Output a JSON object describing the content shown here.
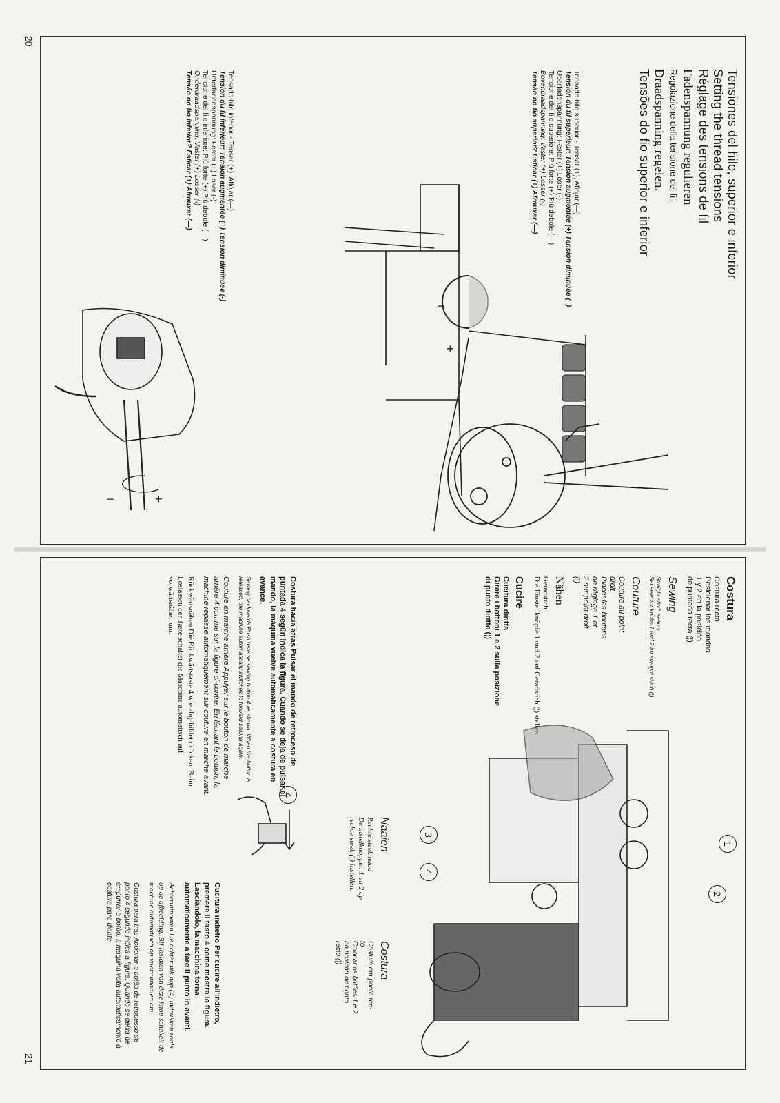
{
  "page_numbers": {
    "left": "20",
    "right": "21"
  },
  "left_page": {
    "titles": [
      "Tensiones del hilo, superior e inferior",
      "Setting the thread tensions",
      "Réglage des tensions de fil",
      "Fadenspannung regulieren",
      "Regolazione della tensione dei fili",
      "Draadspanning regelen.",
      "Tensões do fio superior e inferior"
    ],
    "upper_tension": [
      "Tensado hilo superior - Tensar (+), Aflojar (—)",
      "Tension du fil supérieur: Tension augmentée (+) Tension diminuée (–)",
      "Oberfadenspannung: Fester (+) Loser (-)",
      "Tensione del filo superiore: Più forte (+) Più debole (—)",
      "Bovendraadspanning: Vaster (+) Losser (-)",
      "Tensão do fio superior? Esticar (+) Afrouxar (—)"
    ],
    "lower_tension": [
      "Tensado hilo inferior - Tensar (+), Aflojar (—)",
      "Tension du fil inférieur: Tension augmentée (+) Tension diminuée (-)",
      "Unterfadenspannung: Fester (+) Loser (-)",
      "Tensione del filo inferiore: Più forte (+) Più debole (—)",
      "Onderdraadspanning: Vaster (+) Losser (-)",
      "Tensão do fio inferior? Esticar (+) Afrouxar (—)"
    ]
  },
  "right_page": {
    "costura_heading": "Costura",
    "costura_recta": [
      "Costura recta",
      "Posicionar los mandos",
      "1 y 2 en la posición",
      "de puntada recta (¦)"
    ],
    "sewing_heading": "Sewing",
    "sewing_text": [
      "Straight stitch seams",
      "Set selector knobs 1 and 2 for straight stitch (¦)"
    ],
    "couture_heading": "Couture",
    "couture_text": [
      "Couture au point",
      "droit",
      "Placer les boutons",
      "de réglage 1 et",
      "2 sur point droit",
      "(¦)"
    ],
    "nahen_heading": "Nähen",
    "nahen_text": [
      "Geradstich",
      "Die Einstellknöpfe 1 und 2 auf Geradstich (¦) stellen."
    ],
    "cucire_heading": "Cucire",
    "cucire_text": [
      "Cucitura diritta",
      "Girare i bottoni 1 e 2 sulla posizione",
      "di punto diritto (¦)"
    ],
    "naaien_heading": "Naaien",
    "naaien_text": [
      "Rechte steek naad",
      "De instelknoppen 1 en 2 op",
      "rechte steek (¦) instellen."
    ],
    "costura_pt_heading": "Costura",
    "costura_pt_text": [
      "Costura em ponto rec-",
      "to",
      "Colocar os botões 1 e 2",
      "na posicão de ponto",
      "recto (¦)"
    ],
    "callouts": [
      "1",
      "2",
      "3",
      "4"
    ],
    "reverse_callout": "4",
    "back_es": "Costura hacia atrás\nPulsar el mando de retroceso de puntada 4 según indica la figura.\nCuando se deja de pulsar el mando, la máquina vuelve automáticamente a costura en avance.",
    "back_en": "Sewing backwards\nPush reverse sewing button 4 as shown. When the button is released, the machine automatically switches to forward sewing again.",
    "back_fr": "Couture en marche arrière\nAppuyer sur le bouton de marche arrière 4 comme sur la figure ci-contre. En lâchant le bouton, la machine repasse automatiquement sur couture en marche avant.",
    "back_de": "Rückwärtsnähen\nDie Rückwärtstaste 4 wie abgebildet drücken.\nBeim Loslassen der Taste schaltet die Maschine automatisch auf vorwärtsnähen um.",
    "back_it": "Cucitura indietro\nPer cucire all'indietro, premere il tasto 4 come mostra la figura. Lasciandolo, la macchina torna automaticamente a fare il punto in avanti.",
    "back_nl": "Achteruitnaaien\nDe achteruitk nop (4) indrukken zoals op de afbeelding.\nBij loslaten van deze knop schakelt de machine automatisch op vooruitnaaien om.",
    "back_pt": "Costura para tras\nAccionar o botão de retrocesso de ponto 4 segundo indica a figura. Quando se deixa de empurrar o botão, a máquina volta automaticamente à costura para diante."
  }
}
